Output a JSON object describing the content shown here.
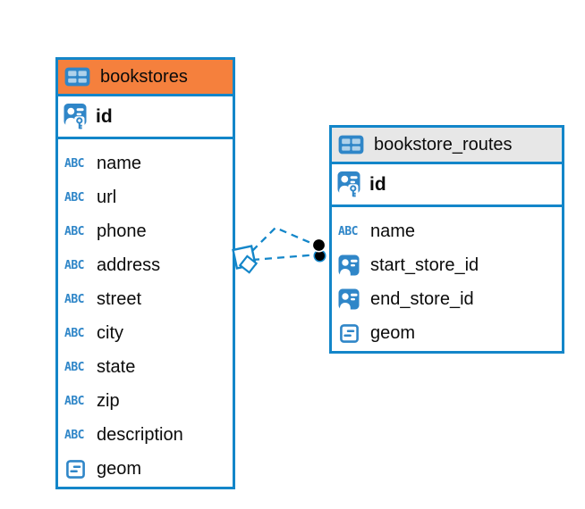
{
  "diagram": {
    "background": "#ffffff",
    "colors": {
      "accent_blue": "#1386c9",
      "icon_blue": "#2f86c8",
      "selected_header_orange": "#f5803d",
      "header_gray": "#e7e7e7",
      "text": "#0b0b0b",
      "relationship_dot": "#000000"
    },
    "icons": {
      "text_type_label": "ABC"
    },
    "tables": [
      {
        "name": "bookstores",
        "selected": true,
        "primary_key": {
          "name": "id"
        },
        "columns": [
          {
            "name": "name",
            "type": "text"
          },
          {
            "name": "url",
            "type": "text"
          },
          {
            "name": "phone",
            "type": "text"
          },
          {
            "name": "address",
            "type": "text"
          },
          {
            "name": "street",
            "type": "text"
          },
          {
            "name": "city",
            "type": "text"
          },
          {
            "name": "state",
            "type": "text"
          },
          {
            "name": "zip",
            "type": "text"
          },
          {
            "name": "description",
            "type": "text"
          },
          {
            "name": "geom",
            "type": "geometry"
          }
        ]
      },
      {
        "name": "bookstore_routes",
        "selected": false,
        "primary_key": {
          "name": "id"
        },
        "columns": [
          {
            "name": "name",
            "type": "text"
          },
          {
            "name": "start_store_id",
            "type": "reference"
          },
          {
            "name": "end_store_id",
            "type": "reference"
          },
          {
            "name": "geom",
            "type": "geometry"
          }
        ]
      }
    ],
    "relationships": [
      {
        "from_table": "bookstores",
        "to_table": "bookstore_routes",
        "line_style": "dashed"
      },
      {
        "from_table": "bookstores",
        "to_table": "bookstore_routes",
        "line_style": "dashed"
      }
    ]
  }
}
